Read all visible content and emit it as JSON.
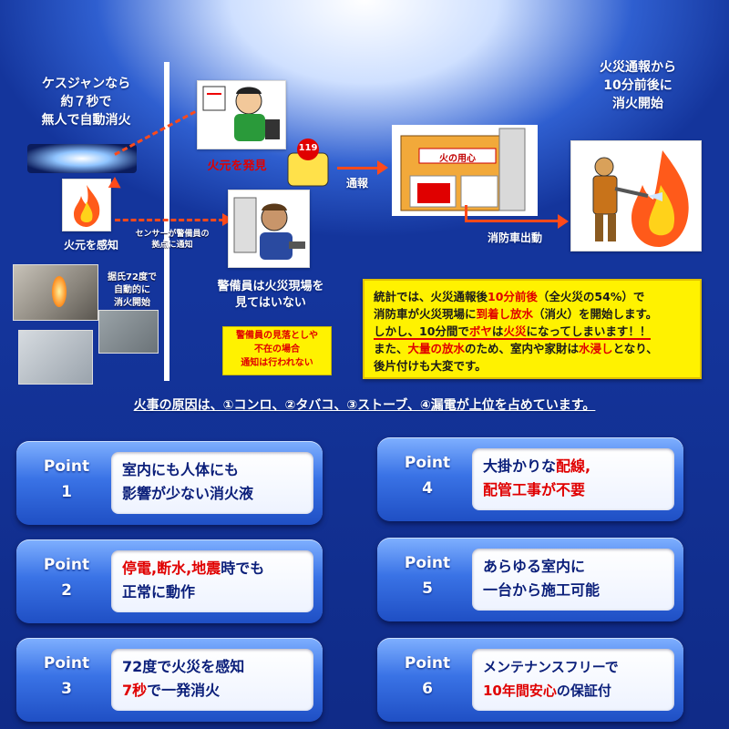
{
  "left": {
    "heading": [
      "ケスジャンなら",
      "約７秒で",
      "無人で自動消火"
    ],
    "sense_label": "火元を感知",
    "photo_caption": [
      "据氏72度で",
      "自動的に",
      "消火開始"
    ]
  },
  "center": {
    "discover_label": "火元を発見",
    "call_number": "119",
    "sensor_note": [
      "センサーが警備員の",
      "拠点に通知"
    ],
    "guard_caption": [
      "警備員は火災現場を",
      "見てはいない"
    ],
    "guard_warning": [
      "警備員の見落としや",
      "不在の場合",
      "通知は行われない"
    ],
    "report_label": "通報",
    "building_sign": "火の用心"
  },
  "right": {
    "heading": [
      "火災通報から",
      "10分前後に",
      "消火開始"
    ],
    "truck_label": "消防車出動"
  },
  "stats": {
    "line1_a": "統計では、火災通報後",
    "line1_b": "10分前後",
    "line1_c": "（全火災の54%）で",
    "line2_a": "消防車が火災現場に",
    "line2_b": "到着し放水",
    "line2_c": "（消火）を開始します。",
    "line3_a": "しかし、10分間で",
    "line3_b": "ボヤ",
    "line3_c": "は",
    "line3_d": "火災",
    "line3_e": "になってしまいます！！",
    "line4_a": "また、",
    "line4_b": "大量の放水",
    "line4_c": "のため、室内や家財は",
    "line4_d": "水浸し",
    "line4_e": "となり、",
    "line5": "後片付けも大変です。"
  },
  "cause_line": "火事の原因は、①コンロ、②タバコ、③ストーブ、④漏電が上位を占めています。",
  "points": [
    {
      "label": "Point",
      "num": "1",
      "parts": [
        [
          "室内にも人体にも",
          "dk"
        ],
        [
          "影響が少ない消火液",
          "dk"
        ]
      ]
    },
    {
      "label": "Point",
      "num": "2",
      "l1_a": "停電",
      "l1_b": ",",
      "l1_c": "断水",
      "l1_d": ",",
      "l1_e": "地震",
      "l1_f": "時でも",
      "l2": "正常に動作"
    },
    {
      "label": "Point",
      "num": "3",
      "l1_a": "72",
      "l1_b": "度で火災を感知",
      "l2_a": "7秒",
      "l2_b": "で一発消火"
    },
    {
      "label": "Point",
      "num": "4",
      "l1_a": "大掛かりな",
      "l1_b": "配線,",
      "l2": "配管工事が不要"
    },
    {
      "label": "Point",
      "num": "5",
      "l1": "あらゆる室内に",
      "l2": "一台から施工可能"
    },
    {
      "label": "Point",
      "num": "6",
      "l1": "メンテナンスフリーで",
      "l2_a": "10年間安心",
      "l2_b": "の保証付"
    }
  ],
  "colors": {
    "accent_red": "#e00000",
    "highlight_yellow": "#fff200",
    "brand_blue": "#1f4fc4"
  }
}
